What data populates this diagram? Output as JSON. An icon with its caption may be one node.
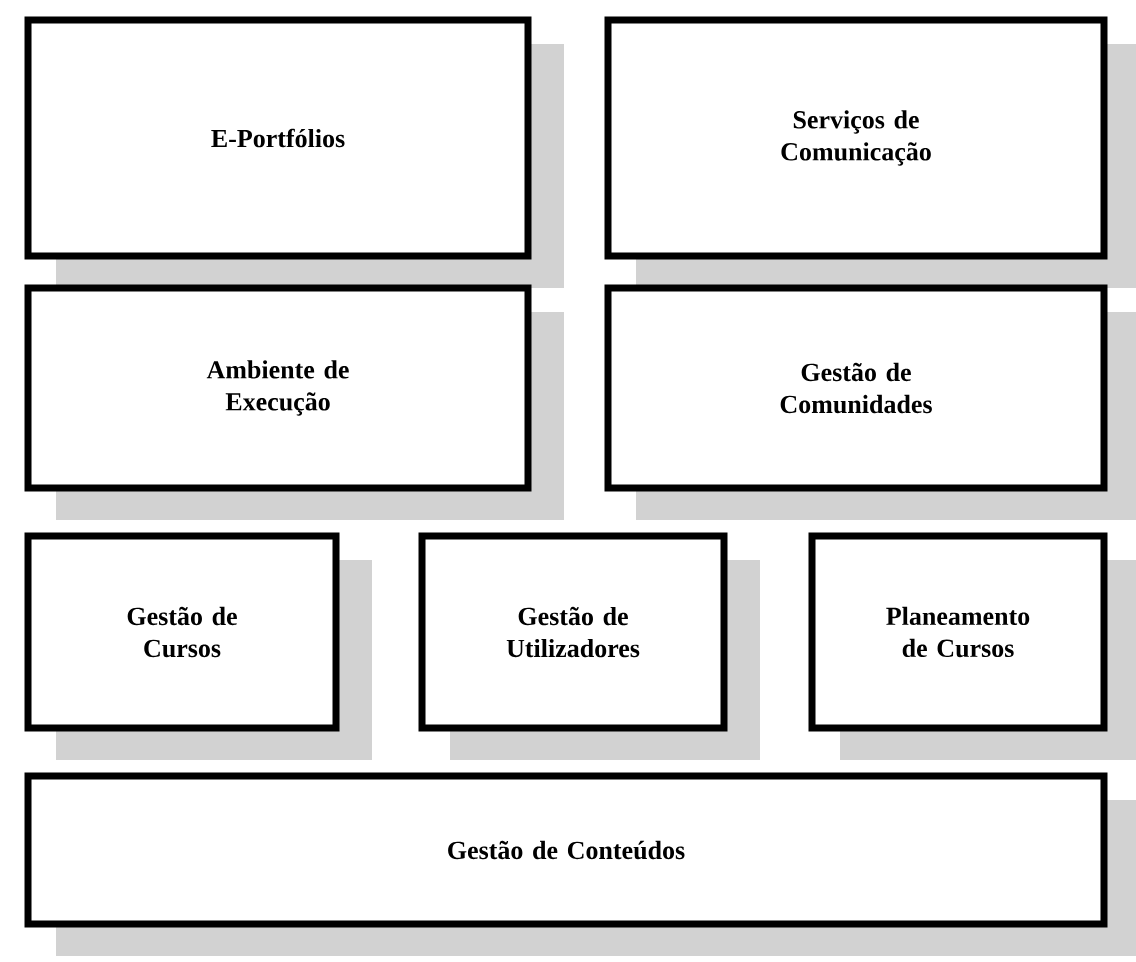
{
  "diagram": {
    "nodes": [
      {
        "text": [
          "E-Portfólios"
        ]
      },
      {
        "text": [
          "Serviços de Comunicação"
        ]
      },
      {
        "text": [
          "Ambiente de Execução"
        ]
      },
      {
        "text": [
          "Gestão de Comunidades"
        ]
      },
      {
        "text": [
          "Gestão de Cursos"
        ]
      },
      {
        "text": [
          "Gestão de Utilizadores"
        ]
      },
      {
        "text": [
          "Planeamento de Cursos"
        ]
      },
      {
        "text": [
          "Gestão de Conteúdos"
        ]
      }
    ]
  }
}
